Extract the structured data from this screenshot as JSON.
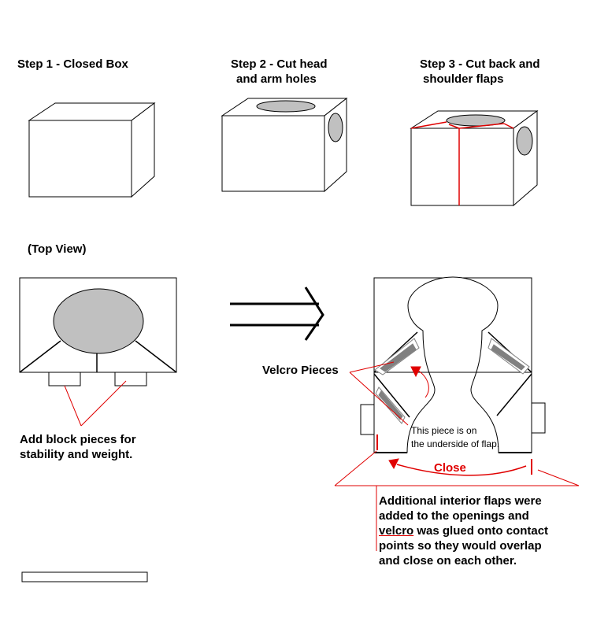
{
  "steps": [
    {
      "line1": "Step 1 - Closed Box",
      "line2": ""
    },
    {
      "line1": "Step 2 - Cut head",
      "line2": "and arm holes"
    },
    {
      "line1": "Step 3 - Cut back and",
      "line2": "shoulder flaps"
    }
  ],
  "top_view_label": "(Top View)",
  "block_note": {
    "line1": "Add block pieces for",
    "line2": "stability and weight."
  },
  "velcro_label": "Velcro Pieces",
  "underside_note": {
    "line1": "This piece is on",
    "line2": "the underside of flap."
  },
  "close_label": "Close",
  "interior_note": {
    "line1": "Additional interior flaps were",
    "line2": "added to the openings and",
    "line3_word": "velcro",
    "line3_rest": " was glued onto contact",
    "line4": "points so they would overlap",
    "line5": "and close on each other."
  },
  "colors": {
    "annotation": "#e00000",
    "hole_fill": "#c0c0c0",
    "velcro_fill": "#808080",
    "stroke": "#000000"
  }
}
